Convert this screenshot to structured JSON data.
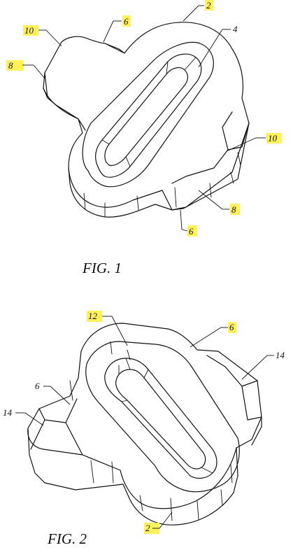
{
  "figures": [
    {
      "caption": "FIG. 1",
      "labels": [
        "2",
        "4",
        "6",
        "8",
        "10",
        "10",
        "8",
        "6"
      ],
      "highlighted": [
        "2",
        "6",
        "8",
        "10",
        "10",
        "8",
        "6"
      ]
    },
    {
      "caption": "FIG. 2",
      "labels": [
        "12",
        "6",
        "14",
        "6",
        "14",
        "2"
      ],
      "highlighted": [
        "12",
        "6",
        "2"
      ]
    }
  ],
  "colors": {
    "line": "#111111",
    "highlight": "#fff15a",
    "background": "#ffffff"
  }
}
